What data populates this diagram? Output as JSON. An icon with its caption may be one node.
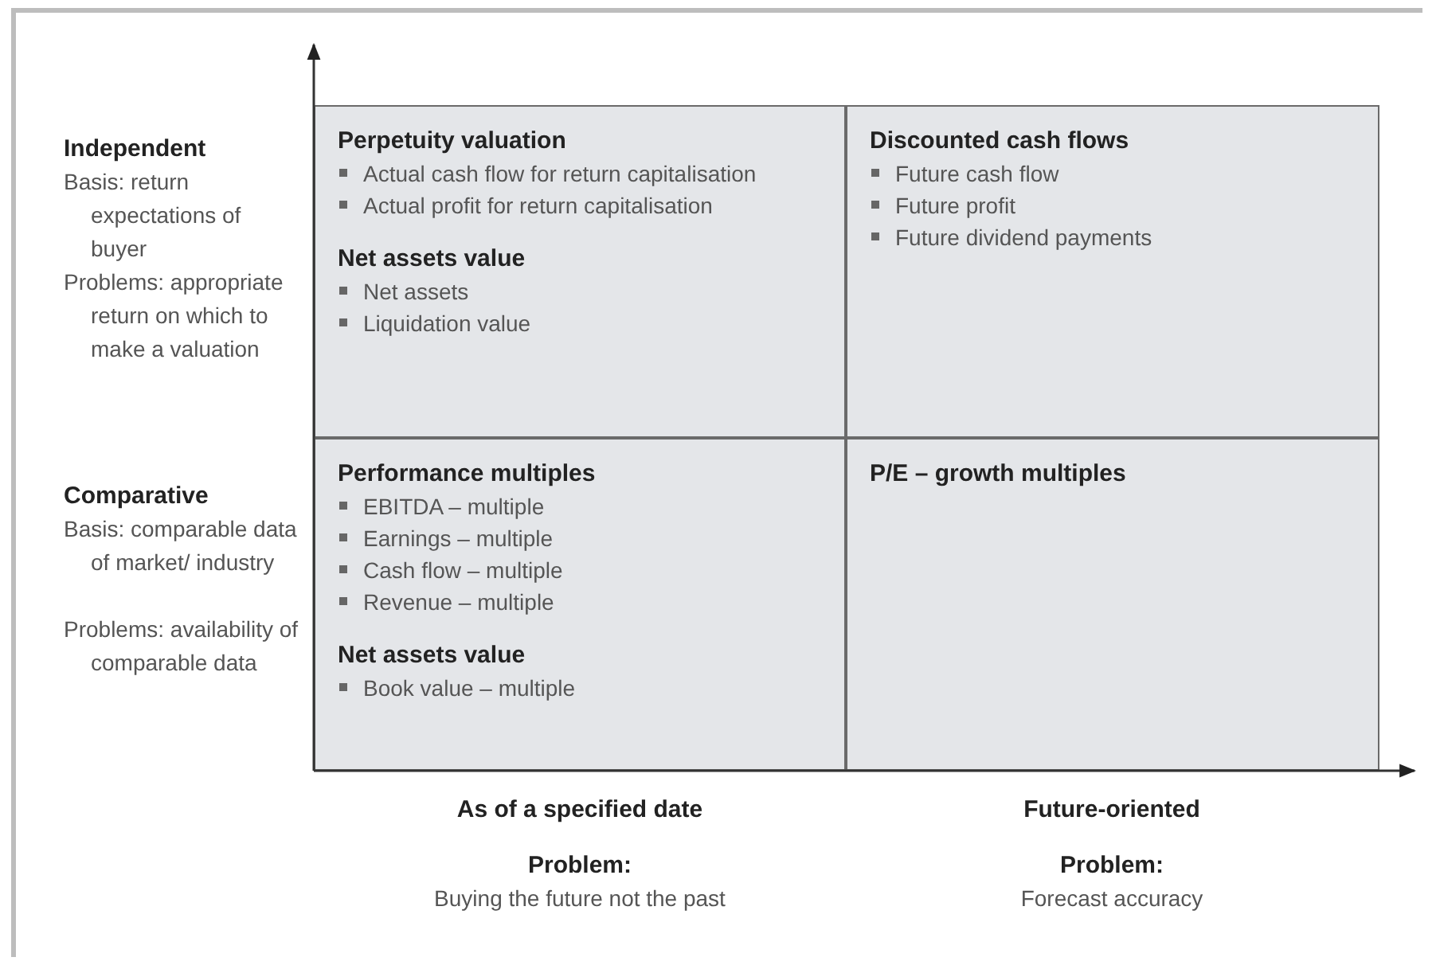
{
  "diagram": {
    "nodes": [
      {
        "text": [
          "Perpetuity valuation",
          "Actual cash flow for return capitalisation",
          "Actual profit for return capitalisation",
          "Net assets value",
          "Net assets",
          "Liquidation value"
        ]
      },
      {
        "text": [
          "Discounted cash flows",
          "Future cash flow",
          "Future profit",
          "Future dividend payments"
        ]
      },
      {
        "text": [
          "Performance multiples",
          "EBITDA – multiple",
          "Earnings – multiple",
          "Cash flow – multiple",
          "Revenue – multiple",
          "Net assets value",
          "Book value – multiple"
        ]
      },
      {
        "text": [
          "P/E – growth multiples"
        ]
      }
    ],
    "edges": [],
    "labels": [
      "Independent",
      "Basis: return expectations of buyer",
      "Problems: appropriate return on which to make a valuation",
      "Comparative",
      "Basis: comparable data of market/ industry",
      "Problems: availability of comparable data",
      "As of a specified date",
      "Problem:",
      "Buying the future not the past",
      "Future-oriented",
      "Problem:",
      "Forecast accuracy"
    ]
  }
}
